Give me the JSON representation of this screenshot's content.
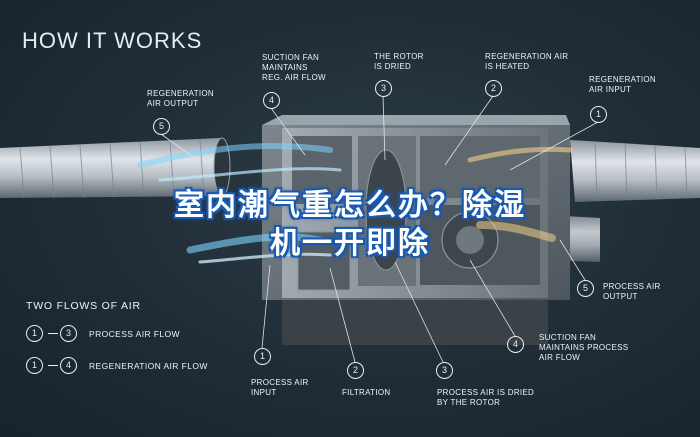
{
  "header": {
    "title": "HOW IT WORKS"
  },
  "overlay": {
    "line1": "室内潮气重怎么办？除湿",
    "line2": "机一开即除"
  },
  "callouts_top": [
    {
      "num": "5",
      "label": "REGENERATION\nAIR OUTPUT"
    },
    {
      "num": "4",
      "label": "SUCTION FAN\nMAINTAINS\nREG. AIR FLOW"
    },
    {
      "num": "3",
      "label": "THE ROTOR\nIS DRIED"
    },
    {
      "num": "2",
      "label": "REGENERATION AIR\nIS HEATED"
    },
    {
      "num": "1",
      "label": "REGENERATION\nAIR INPUT"
    }
  ],
  "callouts_bottom": [
    {
      "num": "1",
      "label": "PROCESS AIR\nINPUT"
    },
    {
      "num": "2",
      "label": "FILTRATION"
    },
    {
      "num": "3",
      "label": "PROCESS AIR IS DRIED\nBY THE ROTOR"
    },
    {
      "num": "4",
      "label": "SUCTION FAN\nMAINTAINS PROCESS\nAIR FLOW"
    },
    {
      "num": "5",
      "label": "PROCESS AIR\nOUTPUT"
    }
  ],
  "legend": {
    "title": "TWO FLOWS OF AIR",
    "rows": [
      {
        "from": "1",
        "to": "3",
        "label": "PROCESS AIR FLOW"
      },
      {
        "from": "1",
        "to": "4",
        "label": "REGENERATION AIR FLOW"
      }
    ]
  },
  "colors": {
    "background": "#1f2c36",
    "overlay_outline": "#1a56a8",
    "cold_flow": "#7fd3ff",
    "warm_flow": "#f5d08a"
  }
}
